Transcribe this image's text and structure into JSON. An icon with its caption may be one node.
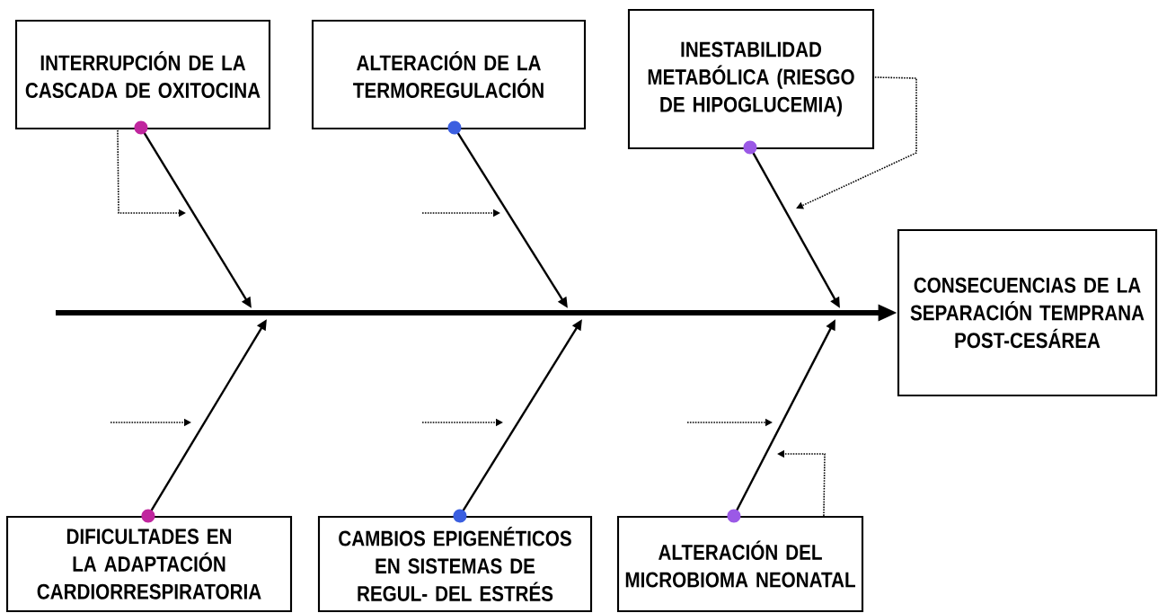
{
  "diagram": {
    "nodes": [
      {
        "text": [
          "INTERRUPCIÓN DE LA CASCADA DE OXITOCINA"
        ]
      },
      {
        "text": [
          "ALTERACIÓN DE LA TERMOREGULACIÓN"
        ]
      },
      {
        "text": [
          "INESTABILIDAD METABÓLICA (RIESGO DE HIPOGLUCEMIA)"
        ]
      },
      {
        "text": [
          "DIFICULTADES EN LA ADAPTACIÓN CARDIORRESPIRATORIA"
        ]
      },
      {
        "text": [
          "CAMBIOS EPIGENÉTICOS EN SISTEMAS DE REGUL- DEL ESTRÉS"
        ]
      },
      {
        "text": [
          "ALTERACIÓN DEL MICROBIOMA NEONATAL"
        ]
      },
      {
        "text": [
          "CONSECUENCIAS DE LA SEPARACIÓN TEMPRANA POST-CESÁREA"
        ]
      }
    ],
    "edges": [
      {
        "from": null,
        "to": 6,
        "arrow": "to",
        "style": "thick"
      },
      {
        "from": 0,
        "to": null,
        "arrow": "to"
      },
      {
        "from": 1,
        "to": null,
        "arrow": "to"
      },
      {
        "from": 2,
        "to": null,
        "arrow": "to"
      },
      {
        "from": 3,
        "to": null,
        "arrow": "to"
      },
      {
        "from": 4,
        "to": null,
        "arrow": "to"
      },
      {
        "from": 5,
        "to": null,
        "arrow": "to"
      },
      {
        "from": 0,
        "to": null,
        "arrow": "to",
        "style": "dashed"
      },
      {
        "from": 2,
        "to": null,
        "arrow": "to",
        "style": "dashed"
      },
      {
        "from": 5,
        "to": null,
        "arrow": "to",
        "style": "dashed"
      }
    ]
  }
}
